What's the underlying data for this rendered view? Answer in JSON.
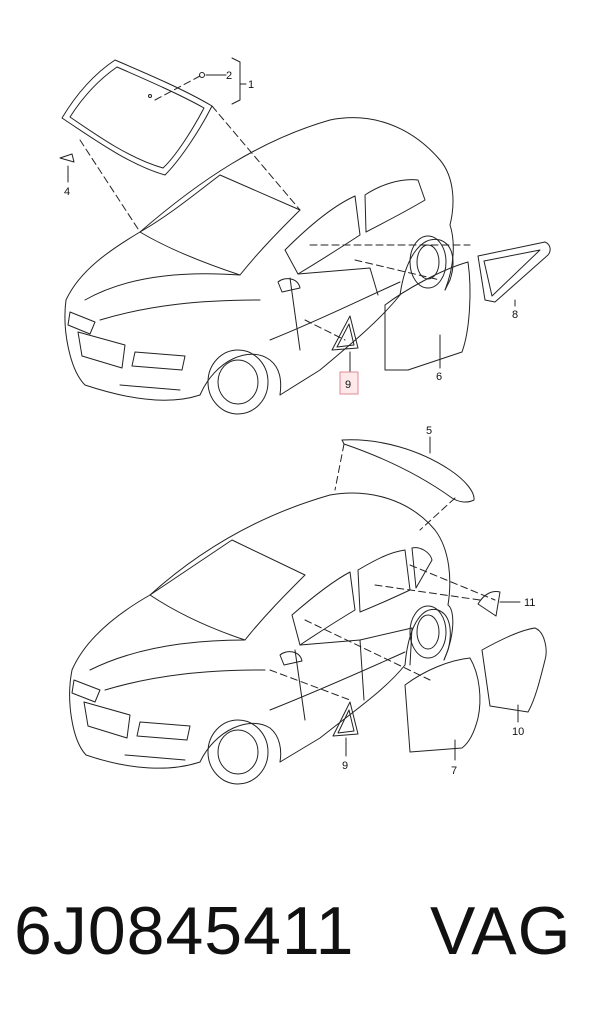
{
  "diagram": {
    "callouts_top": [
      "2",
      "1",
      "4",
      "8",
      "6",
      "9"
    ],
    "callouts_bottom": [
      "5",
      "11",
      "10",
      "7",
      "9"
    ],
    "highlighted_callout": "9"
  },
  "footer": {
    "part_number": "6J0845411",
    "brand": "VAG"
  }
}
